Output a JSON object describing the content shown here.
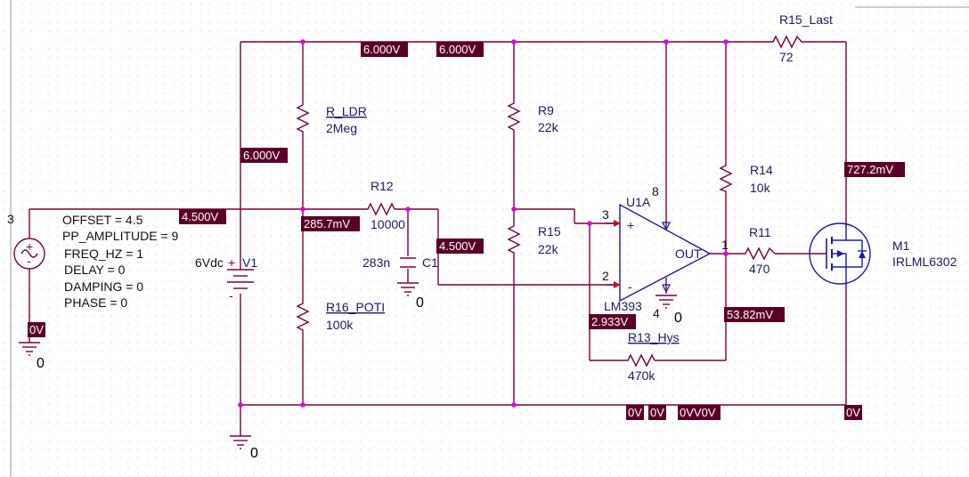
{
  "schematic": {
    "voltage_tags": {
      "top_left": "6.000V",
      "top_right": "6.000V",
      "left_rail": "6.000V",
      "src_node": "4.500V",
      "ldr_node": "285.7mV",
      "c1_node": "4.500V",
      "out_node": "727.2mV",
      "src_bottom": "0V",
      "minus_node": "2.933V",
      "opamp_out": "53.82mV",
      "bot1": "0V",
      "bot2": "0V",
      "bot3": "0VV0V",
      "bot4": "0V"
    },
    "source": {
      "ref": "3",
      "offset": "OFFSET = 4.5",
      "amplitude": "PP_AMPLITUDE = 9",
      "freq": "FREQ_HZ = 1",
      "delay": "DELAY = 0",
      "damping": "DAMPING = 0",
      "phase": "PHASE = 0"
    },
    "v1": {
      "value": "6Vdc",
      "ref": "V1"
    },
    "r_ldr": {
      "ref": "R_LDR",
      "value": "2Meg"
    },
    "r16": {
      "ref": "R16_POTI",
      "value": "100k"
    },
    "r12": {
      "ref": "R12",
      "value": "10000"
    },
    "c1": {
      "ref": "C1",
      "value": "283n"
    },
    "r9": {
      "ref": "R9",
      "value": "22k"
    },
    "r15": {
      "ref": "R15",
      "value": "22k"
    },
    "u1": {
      "ref": "U1A",
      "part": "LM393",
      "pin_plus": "3",
      "pin_minus": "2",
      "pin_out": "1",
      "pin_gnd": "4",
      "pin_vcc": "8",
      "plus_sign": "+",
      "minus_sign": "-",
      "out_label": "OUT"
    },
    "r14": {
      "ref": "R14",
      "value": "10k"
    },
    "r11": {
      "ref": "R11",
      "value": "470"
    },
    "r13": {
      "ref": "R13_Hys",
      "value": "470k"
    },
    "r15_last": {
      "ref": "R15_Last",
      "value": "72"
    },
    "m1": {
      "ref": "M1",
      "part": "IRLML6302"
    },
    "grounds": {
      "g1": "0",
      "g2": "0",
      "g3": "0",
      "g4": "0"
    }
  }
}
